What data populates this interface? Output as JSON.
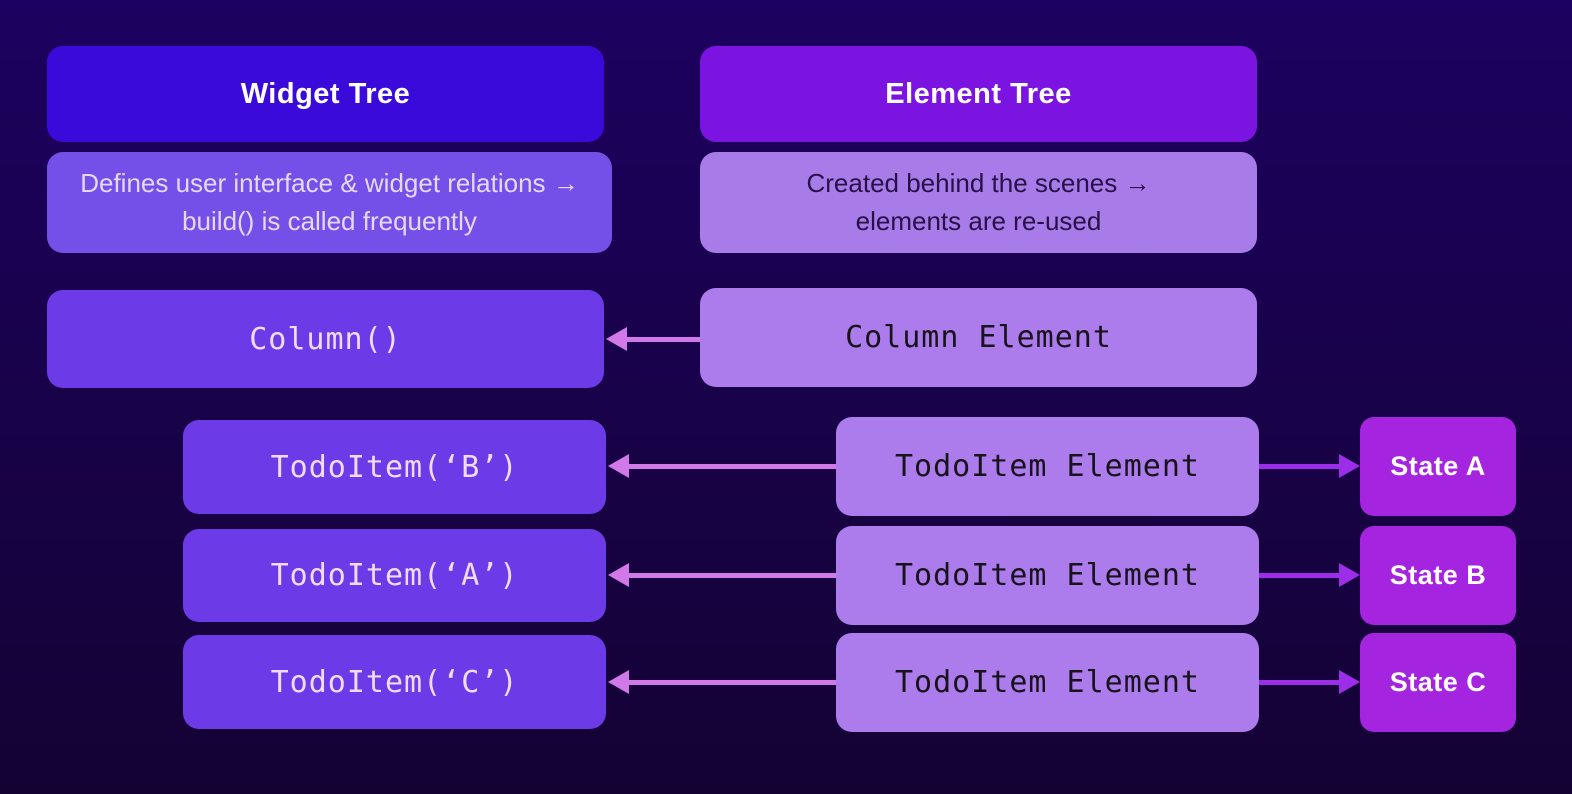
{
  "colors": {
    "bg_top": "#1d0160",
    "bg_bottom": "#140233",
    "header_left": "#3a0ada",
    "header_right": "#7b14e0",
    "desc_left_bg": "#7450e8",
    "desc_left_text": "#e6d9f8",
    "desc_right_bg": "#a77be8",
    "desc_right_text": "#2a1048",
    "widget_bg": "#6c3be7",
    "widget_text": "#f2dbf8",
    "element_bg": "#ac7bec",
    "element_text": "#17131b",
    "state_bg": "#a524e0",
    "state_text": "#ffffff",
    "arrow_pink": "#d179e8",
    "arrow_purple": "#9c2de8"
  },
  "widget_tree": {
    "header": "Widget Tree",
    "description": "Defines user interface & widget relations → build() is called frequently",
    "root_widget": "Column()",
    "items": [
      "TodoItem(‘B’)",
      "TodoItem(‘A’)",
      "TodoItem(‘C’)"
    ]
  },
  "element_tree": {
    "header": "Element Tree",
    "description": "Created behind the scenes → elements are re-used",
    "root_element": "Column Element",
    "items": [
      "TodoItem Element",
      "TodoItem Element",
      "TodoItem Element"
    ]
  },
  "state_column": {
    "items": [
      "State A",
      "State B",
      "State C"
    ]
  }
}
